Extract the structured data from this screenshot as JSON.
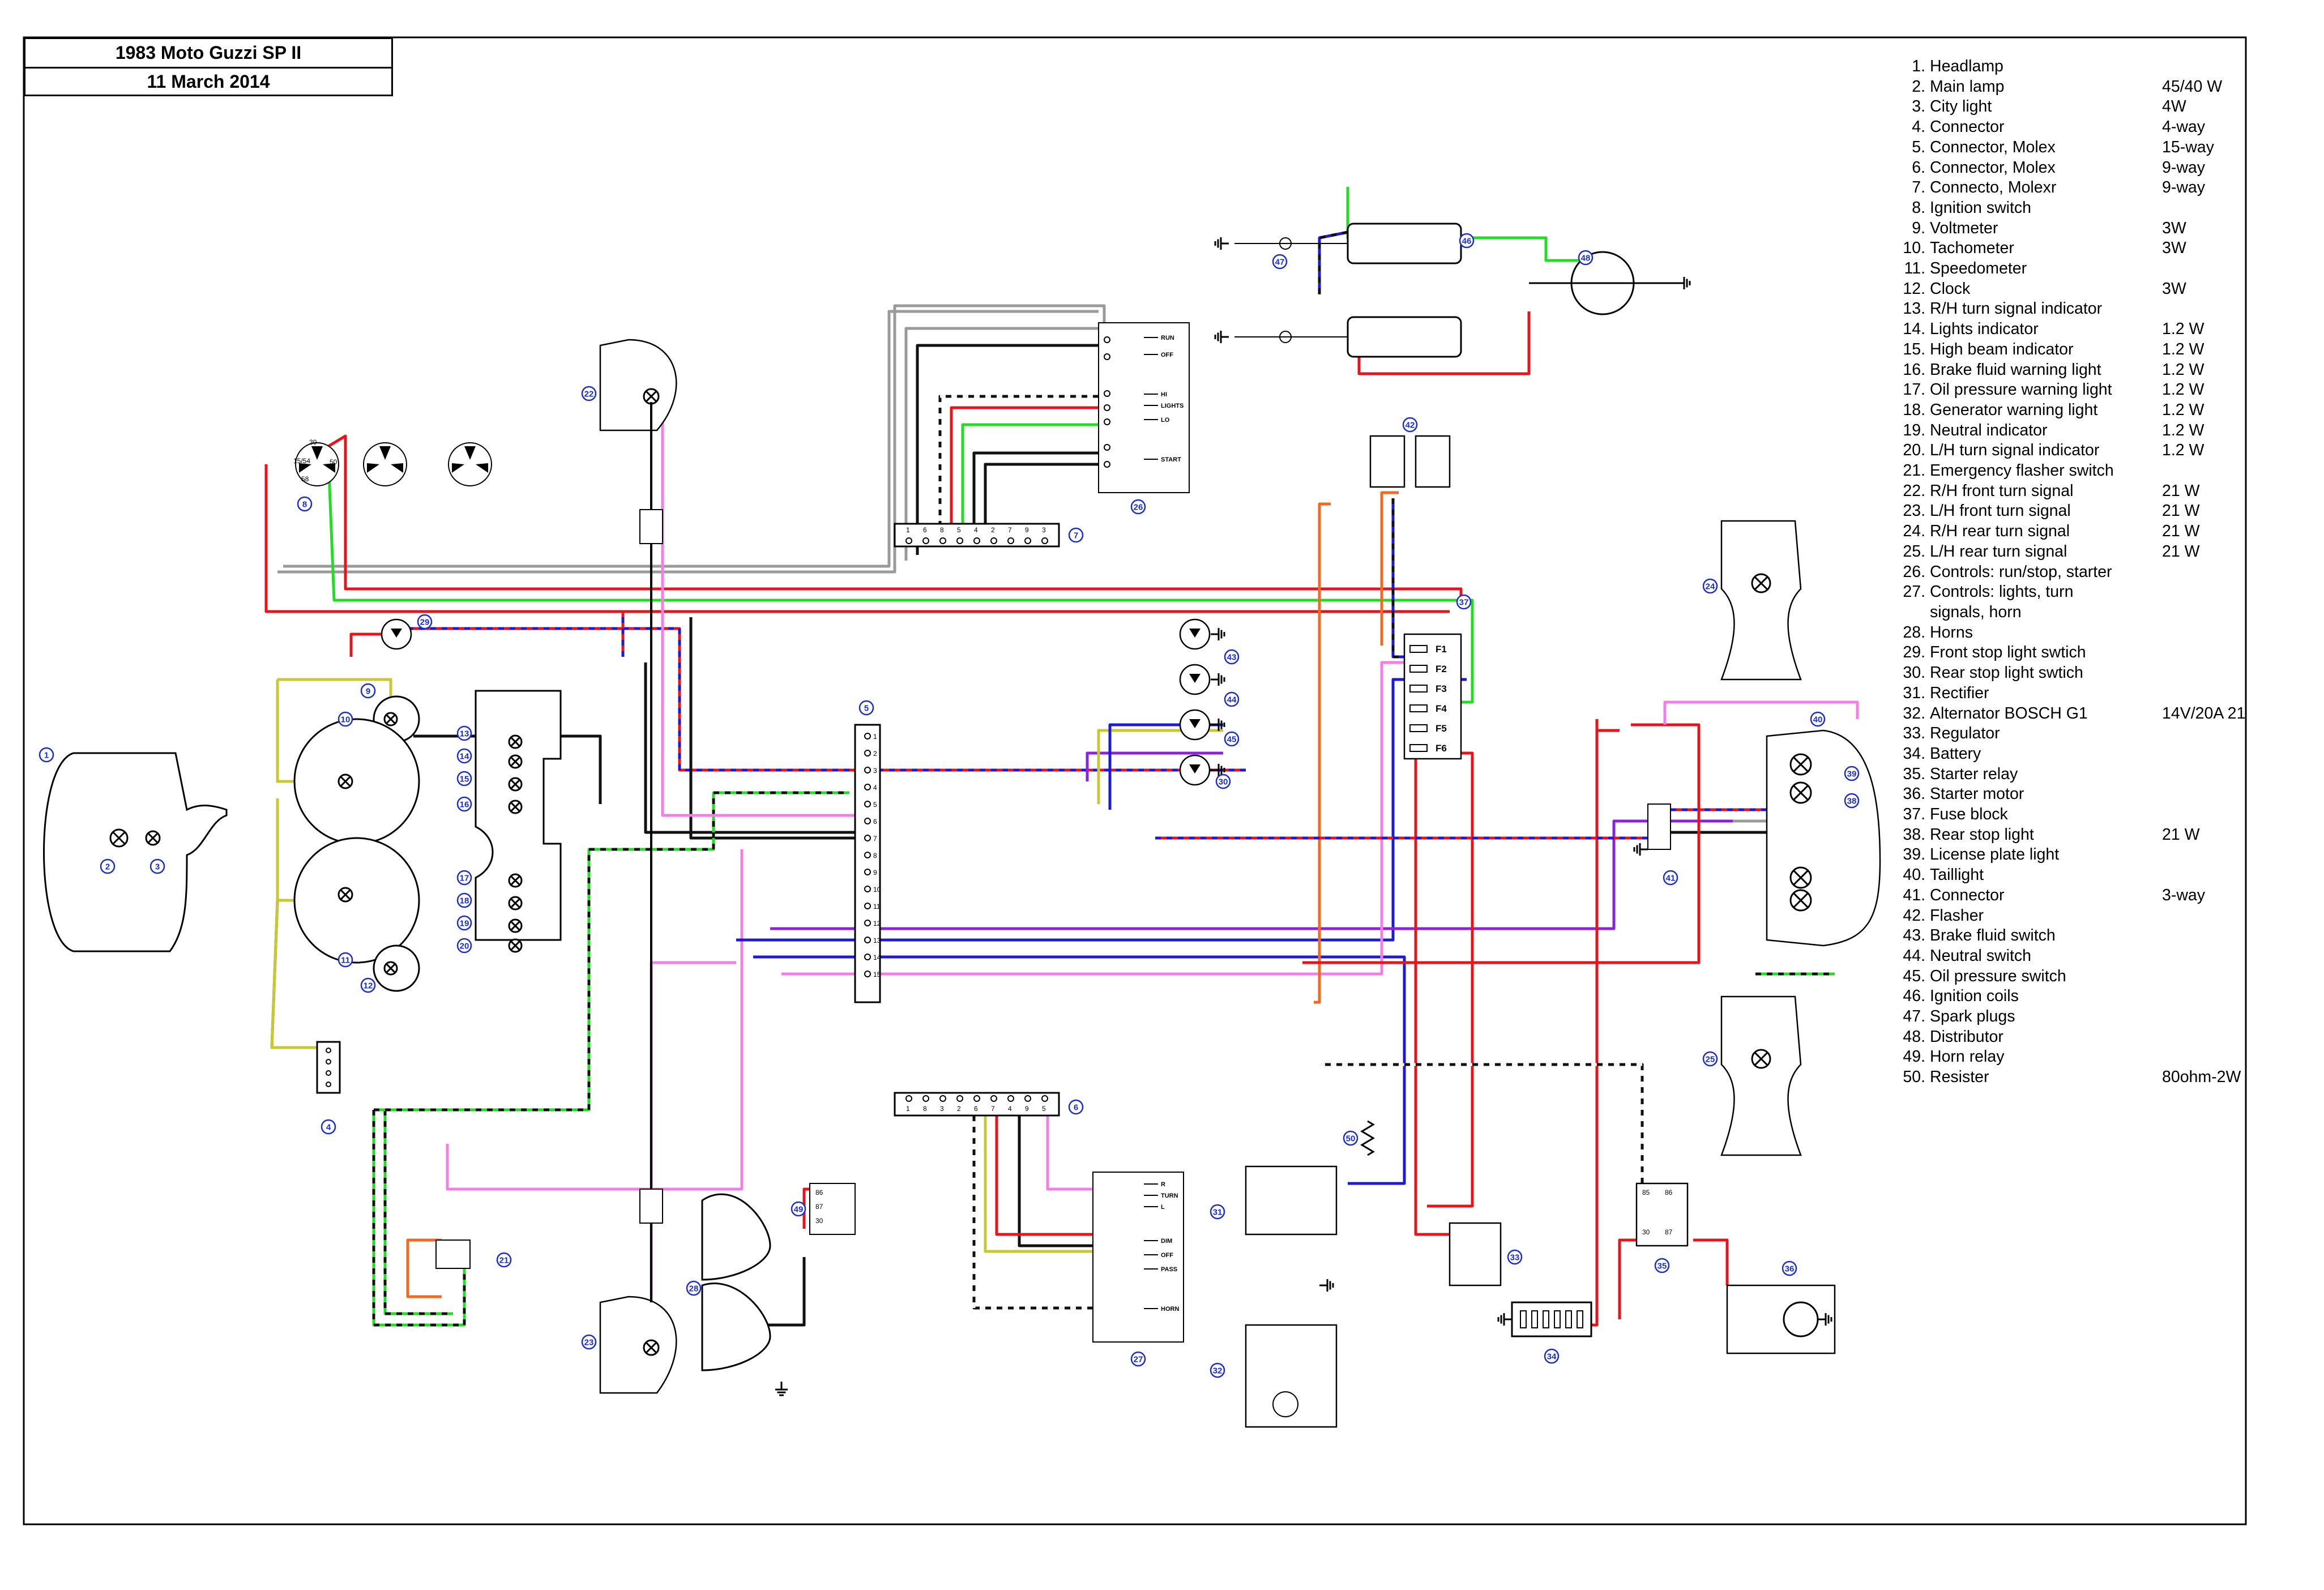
{
  "header": {
    "title": "1983 Moto Guzzi SP II",
    "date": "11 March 2014"
  },
  "legend": [
    {
      "num": "1.",
      "name": "Headlamp",
      "spec": ""
    },
    {
      "num": "2.",
      "name": "Main lamp",
      "spec": "45/40 W"
    },
    {
      "num": "3.",
      "name": "City light",
      "spec": "4W"
    },
    {
      "num": "4.",
      "name": "Connector",
      "spec": "4-way"
    },
    {
      "num": "5.",
      "name": "Connector, Molex",
      "spec": "15-way"
    },
    {
      "num": "6.",
      "name": "Connector, Molex",
      "spec": "9-way"
    },
    {
      "num": "7.",
      "name": "Connecto, Molexr",
      "spec": "9-way"
    },
    {
      "num": "8.",
      "name": "Ignition switch",
      "spec": ""
    },
    {
      "num": "9.",
      "name": "Voltmeter",
      "spec": "3W"
    },
    {
      "num": "10.",
      "name": "Tachometer",
      "spec": "3W"
    },
    {
      "num": "11.",
      "name": "Speedometer",
      "spec": ""
    },
    {
      "num": "12.",
      "name": "Clock",
      "spec": "3W"
    },
    {
      "num": "13.",
      "name": "R/H turn signal indicator",
      "spec": ""
    },
    {
      "num": "14.",
      "name": "Lights indicator",
      "spec": "1.2 W"
    },
    {
      "num": "15.",
      "name": "High beam indicator",
      "spec": "1.2 W"
    },
    {
      "num": "16.",
      "name": "Brake fluid warning light",
      "spec": "1.2 W"
    },
    {
      "num": "17.",
      "name": "Oil pressure warning light",
      "spec": "1.2 W"
    },
    {
      "num": "18.",
      "name": "Generator warning light",
      "spec": "1.2 W"
    },
    {
      "num": "19.",
      "name": "Neutral indicator",
      "spec": "1.2 W"
    },
    {
      "num": "20.",
      "name": "L/H turn signal indicator",
      "spec": "1.2 W"
    },
    {
      "num": "21.",
      "name": "Emergency flasher switch",
      "spec": ""
    },
    {
      "num": "22.",
      "name": "R/H front turn signal",
      "spec": "21 W"
    },
    {
      "num": "23.",
      "name": "L/H front turn signal",
      "spec": "21 W"
    },
    {
      "num": "24.",
      "name": "R/H rear turn signal",
      "spec": "21 W"
    },
    {
      "num": "25.",
      "name": "L/H rear turn signal",
      "spec": "21 W"
    },
    {
      "num": "26.",
      "name": "Controls: run/stop, starter",
      "spec": ""
    },
    {
      "num": "27.",
      "name": "Controls: lights, turn",
      "spec": ""
    },
    {
      "num": "",
      "name": "signals, horn",
      "spec": "",
      "cont": true
    },
    {
      "num": "28.",
      "name": "Horns",
      "spec": ""
    },
    {
      "num": "29.",
      "name": "Front stop light swtich",
      "spec": ""
    },
    {
      "num": "30.",
      "name": "Rear stop light swtich",
      "spec": ""
    },
    {
      "num": "31.",
      "name": "Rectifier",
      "spec": ""
    },
    {
      "num": "32.",
      "name": "Alternator BOSCH G1",
      "spec": "14V/20A 21"
    },
    {
      "num": "33.",
      "name": "Regulator",
      "spec": ""
    },
    {
      "num": "34.",
      "name": "Battery",
      "spec": ""
    },
    {
      "num": "35.",
      "name": "Starter relay",
      "spec": ""
    },
    {
      "num": "36.",
      "name": "Starter motor",
      "spec": ""
    },
    {
      "num": "37.",
      "name": "Fuse block",
      "spec": ""
    },
    {
      "num": "38.",
      "name": "Rear stop light",
      "spec": "21 W"
    },
    {
      "num": "39.",
      "name": "License plate light",
      "spec": ""
    },
    {
      "num": "40.",
      "name": "Taillight",
      "spec": ""
    },
    {
      "num": "41.",
      "name": "Connector",
      "spec": "3-way"
    },
    {
      "num": "42.",
      "name": "Flasher",
      "spec": ""
    },
    {
      "num": "43.",
      "name": "Brake fluid switch",
      "spec": ""
    },
    {
      "num": "44.",
      "name": "Neutral switch",
      "spec": ""
    },
    {
      "num": "45.",
      "name": "Oil pressure switch",
      "spec": ""
    },
    {
      "num": "46.",
      "name": "Ignition coils",
      "spec": ""
    },
    {
      "num": "47.",
      "name": "Spark plugs",
      "spec": ""
    },
    {
      "num": "48.",
      "name": "Distributor",
      "spec": ""
    },
    {
      "num": "49.",
      "name": "Horn relay",
      "spec": ""
    },
    {
      "num": "50.",
      "name": "Resister",
      "spec": "80ohm-2W"
    }
  ],
  "switch_labels": {
    "run": "RUN",
    "off": "OFF",
    "hi": "HI",
    "lights": "LIGHTS",
    "lo": "LO",
    "start": "START",
    "r": "R",
    "turn": "TURN",
    "l": "L",
    "dim": "DIM",
    "off2": "OFF",
    "pass": "PASS",
    "horn": "HORN"
  },
  "fuses": [
    "F1",
    "F2",
    "F3",
    "F4",
    "F5",
    "F6"
  ],
  "ignition_pins": [
    "30",
    "15/54",
    "50",
    "58"
  ],
  "connector7_pins": [
    "1",
    "6",
    "8",
    "5",
    "4",
    "2",
    "7",
    "9",
    "3"
  ],
  "connector6_pins": [
    "1",
    "8",
    "3",
    "2",
    "6",
    "7",
    "4",
    "9",
    "5"
  ],
  "connector5_pins": [
    "1",
    "2",
    "3",
    "4",
    "5",
    "6",
    "7",
    "8",
    "9",
    "10",
    "11",
    "12",
    "13",
    "14",
    "15"
  ],
  "relay_pins": {
    "r49": [
      "86",
      "87",
      "30"
    ],
    "r35": [
      "85",
      "86",
      "30",
      "87"
    ]
  },
  "wire_colors": {
    "red": "#e8141b",
    "black": "#111111",
    "green": "#22dd22",
    "blue": "#1a1ad8",
    "grey": "#9a9a9a",
    "pink": "#f47de6",
    "orange": "#f26a22",
    "violet": "#8a22e0",
    "yellow": "#c8c832",
    "white": "#f4f4f4",
    "brown": "#7a4a20",
    "label_blue": "#1b2cd0"
  },
  "component_numbers": [
    "1",
    "2",
    "3",
    "4",
    "5",
    "6",
    "7",
    "8",
    "9",
    "10",
    "11",
    "12",
    "13",
    "14",
    "15",
    "16",
    "17",
    "18",
    "19",
    "20",
    "21",
    "22",
    "23",
    "24",
    "25",
    "26",
    "27",
    "28",
    "29",
    "30",
    "31",
    "32",
    "33",
    "34",
    "35",
    "36",
    "37",
    "38",
    "39",
    "40",
    "41",
    "42",
    "43",
    "44",
    "45",
    "46",
    "47",
    "48",
    "49",
    "50"
  ]
}
